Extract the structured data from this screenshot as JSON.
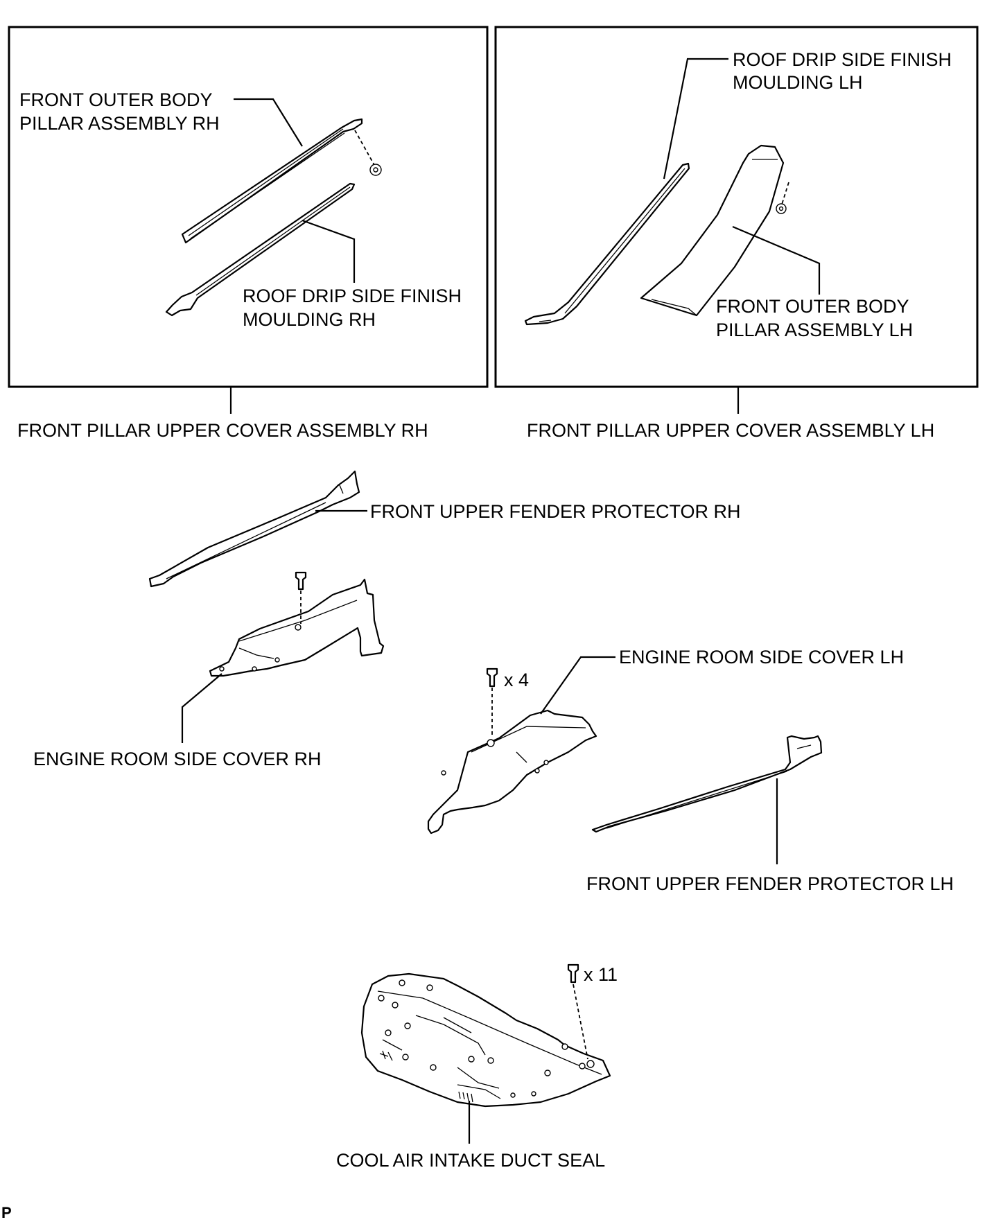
{
  "labels": {
    "rh_outer_pillar": [
      "FRONT OUTER BODY",
      "PILLAR ASSEMBLY RH"
    ],
    "rh_roof_drip": [
      "ROOF DRIP SIDE FINISH",
      "MOULDING RH"
    ],
    "lh_roof_drip": [
      "ROOF DRIP SIDE FINISH",
      "MOULDING LH"
    ],
    "lh_outer_pillar": [
      "FRONT OUTER BODY",
      "PILLAR ASSEMBLY LH"
    ],
    "rh_pillar_cover": "FRONT PILLAR UPPER COVER ASSEMBLY RH",
    "lh_pillar_cover": "FRONT PILLAR UPPER COVER ASSEMBLY LH",
    "rh_fender_protector": "FRONT UPPER FENDER PROTECTOR RH",
    "lh_engine_cover": "ENGINE ROOM SIDE COVER LH",
    "rh_engine_cover": "ENGINE ROOM SIDE COVER RH",
    "lh_fender_protector": "FRONT UPPER FENDER PROTECTOR LH",
    "cool_air_seal": "COOL AIR INTAKE DUCT SEAL"
  },
  "quantities": {
    "lh_engine_cover_clips": "x 4",
    "intake_seal_clips": "x 11"
  },
  "footer_code": "P"
}
